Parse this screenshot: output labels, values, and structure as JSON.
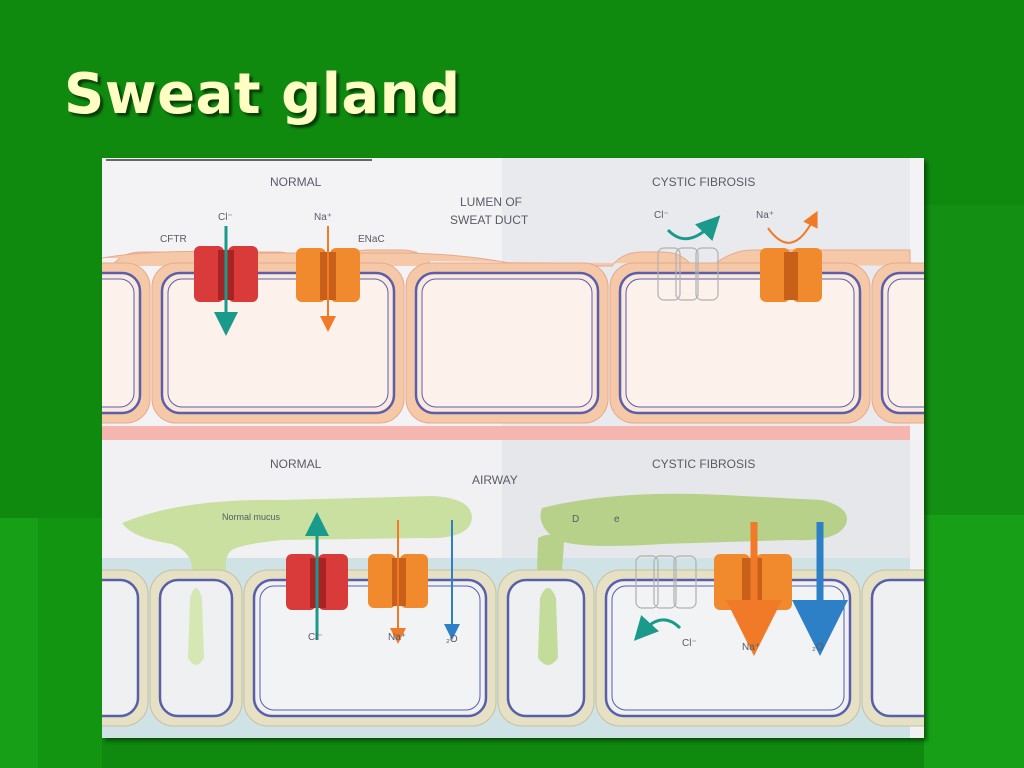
{
  "slide": {
    "title": "Sweat gland",
    "colors": {
      "background": "#0f8a0f",
      "title": "#ffffc4"
    }
  },
  "diagram": {
    "top_panel": {
      "normal_heading": "NORMAL",
      "cf_heading": "CYSTIC FIBROSIS",
      "center_label_line1": "LUMEN OF",
      "center_label_line2": "SWEAT DUCT",
      "cl_label": "Cl⁻",
      "na_label": "Na⁺",
      "cftr_label": "CFTR",
      "enac_label": "ENaC",
      "cf_cl_label": "Cl⁻",
      "cf_na_label": "Na⁺"
    },
    "bottom_panel": {
      "normal_heading": "NORMAL",
      "cf_heading": "CYSTIC FIBROSIS",
      "center_label": "AIRWAY",
      "mucus_label": "Normal mucus",
      "cf_mucus_fragment_1": "D",
      "cf_mucus_fragment_2": "e",
      "cl_label": "Cl⁻",
      "na_label": "Na⁺",
      "h2o_label": "₂O",
      "cf_cl_label": "Cl⁻",
      "cf_na_label": "Na⁺",
      "cf_h2o_label": "₂O"
    },
    "colors": {
      "cftr": "#d93a3a",
      "enac": "#f08a2c",
      "chloride_arrow": "#1a9a8a",
      "sodium_arrow": "#f07a28",
      "water_arrow": "#2d7fc6",
      "mucus": "#c9e0a0",
      "membrane": "#f5c9a8"
    }
  }
}
